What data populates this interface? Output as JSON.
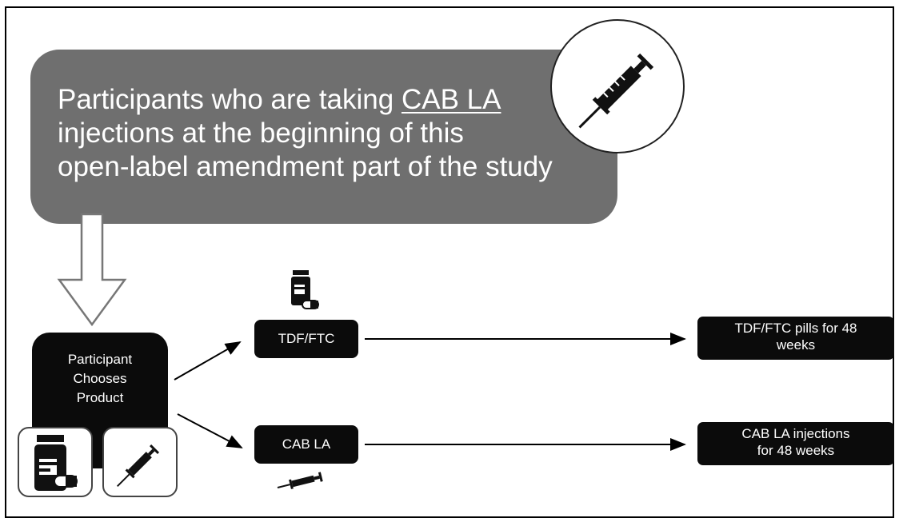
{
  "header": {
    "text_before": "Participants who are taking ",
    "text_underlined": "CAB LA",
    "line2": "injections at the beginning of this",
    "line3": "open-label amendment part of the study"
  },
  "chooser": {
    "lines": [
      "Participant",
      "Chooses",
      "Product"
    ]
  },
  "options": [
    {
      "label": "TDF/FTC",
      "outcome_lines": [
        "TDF/FTC pills for 48",
        "weeks"
      ]
    },
    {
      "label": "CAB LA",
      "outcome_lines": [
        "CAB LA injections",
        "for 48 weeks"
      ]
    }
  ],
  "icons": {
    "header": "syringe-icon",
    "tdf": "pill-bottle-icon",
    "cab": "syringe-icon",
    "chooser_left": "pill-bottle-icon",
    "chooser_right": "syringe-icon"
  },
  "colors": {
    "header_bg": "#6f6f6f",
    "box_bg": "#0b0b0b",
    "text_light": "#ffffff"
  }
}
